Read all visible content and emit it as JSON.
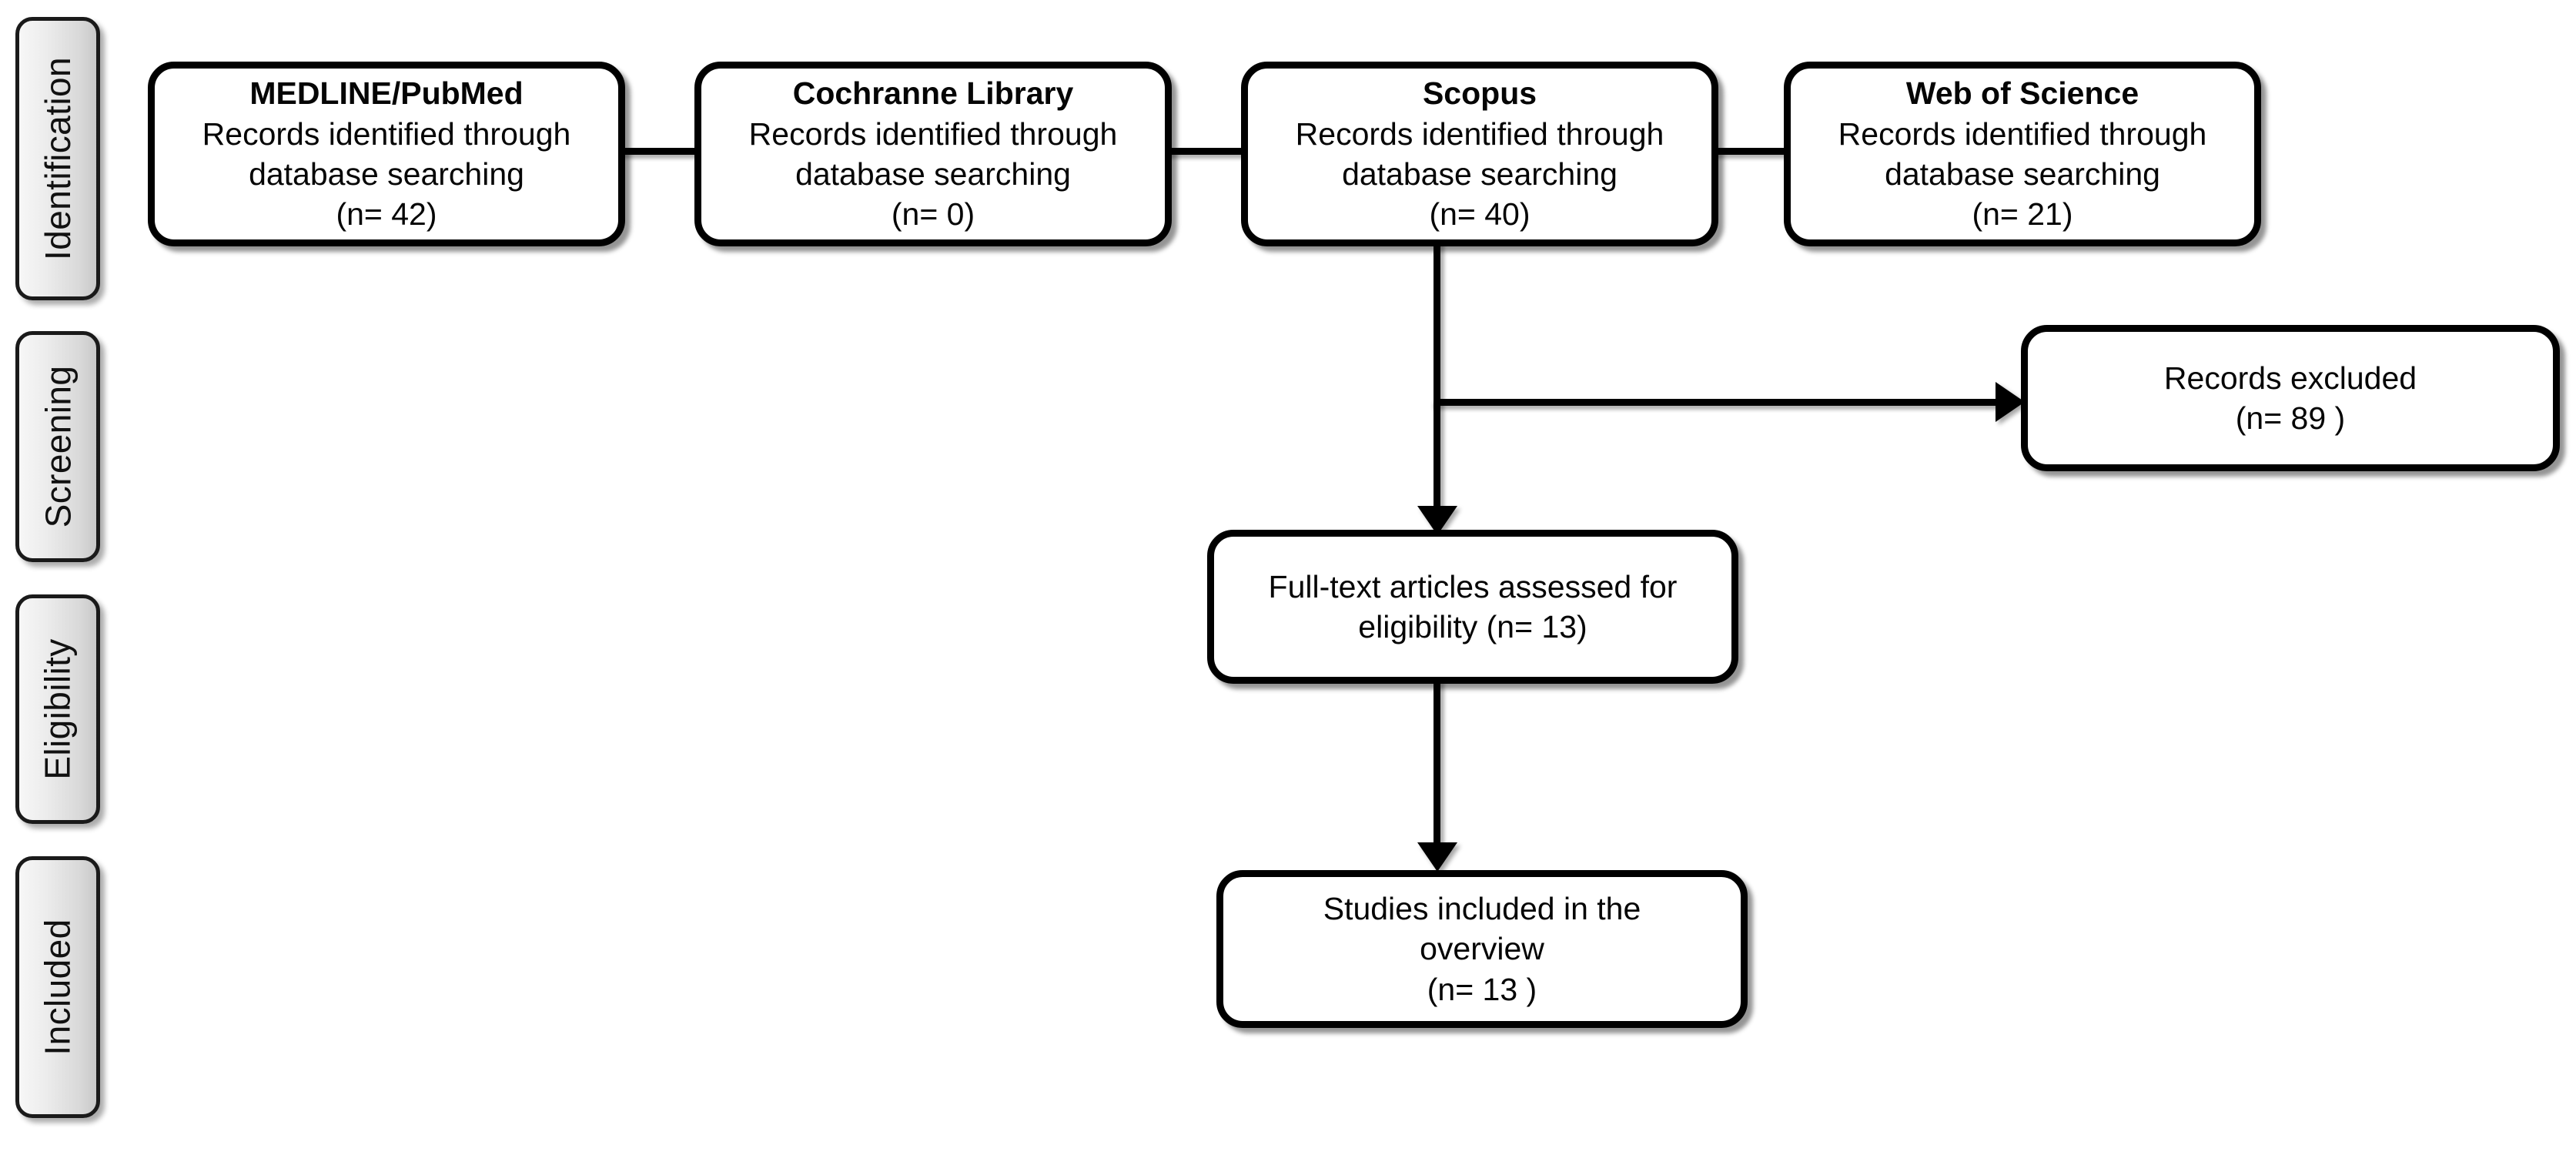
{
  "diagram": {
    "type": "prisma-flow-diagram",
    "stages": [
      {
        "label": "Identification"
      },
      {
        "label": "Screening"
      },
      {
        "label": "Eligibility"
      },
      {
        "label": "Included"
      }
    ],
    "identification_boxes": [
      {
        "title": "MEDLINE/PubMed",
        "line2": "Records identified through",
        "line3": "database searching",
        "count_text": "(n= 42)",
        "n": 42
      },
      {
        "title": "Cochranne Library",
        "line2": "Records identified through",
        "line3": "database searching",
        "count_text": "(n= 0)",
        "n": 0
      },
      {
        "title": "Scopus",
        "line2": "Records identified through",
        "line3": "database searching",
        "count_text": "(n= 40)",
        "n": 40
      },
      {
        "title": "Web of Science",
        "line2": "Records identified through",
        "line3": "database searching",
        "count_text": "(n= 21)",
        "n": 21
      }
    ],
    "excluded_box": {
      "line1": "Records excluded",
      "count_text": "(n= 89 )",
      "n": 89
    },
    "fulltext_box": {
      "line1": "Full-text articles assessed for",
      "line2": "eligibility (n= 13)",
      "n": 13
    },
    "included_box": {
      "line1": "Studies included in the",
      "line2": "overview",
      "count_text": "(n= 13 )",
      "n": 13
    },
    "colors": {
      "box_border": "#000000",
      "box_fill": "#ffffff",
      "tab_fill_light": "#f7f7f7",
      "tab_fill_dark": "#c9c9c9",
      "tab_border": "#1a1a1a",
      "text": "#050505",
      "connector": "#000000"
    }
  }
}
